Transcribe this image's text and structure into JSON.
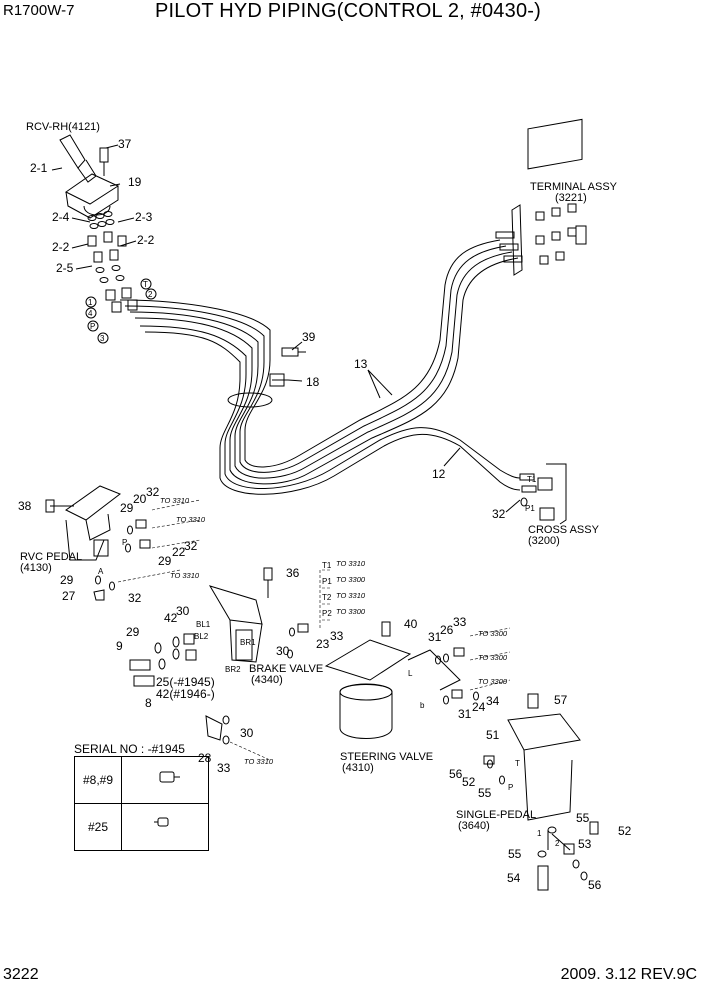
{
  "header": {
    "model": "R1700W-7",
    "title": "PILOT HYD PIPING(CONTROL 2, #0430-)"
  },
  "footer": {
    "page": "3222",
    "date_rev": "2009. 3.12  REV.9C"
  },
  "components": {
    "rcv_rh": "RCV-RH(4121)",
    "terminal_assy": "TERMINAL ASSY",
    "terminal_code": "(3221)",
    "cross_assy": "CROSS ASSY",
    "cross_code": "(3200)",
    "rvc_pedal": "RVC PEDAL",
    "rvc_code": "(4130)",
    "brake_valve": "BRAKE VALVE",
    "brake_code": "(4340)",
    "steering_valve": "STEERING VALVE",
    "steering_code": "(4310)",
    "single_pedal": "SINGLE-PEDAL",
    "single_code": "(3640)"
  },
  "callouts": {
    "c37": "37",
    "c2_1": "2-1",
    "c19": "19",
    "c2_4": "2-4",
    "c2_3": "2-3",
    "c2_2a": "2-2",
    "c2_2b": "2-2",
    "c2_5": "2-5",
    "c39": "39",
    "c18": "18",
    "c13": "13",
    "c12": "12",
    "c32a": "32",
    "c38": "38",
    "c29a": "29",
    "c20": "20",
    "c32b": "32",
    "c22": "22",
    "c29b": "29",
    "c32c": "32",
    "c29c": "29",
    "c27": "27",
    "c32d": "32",
    "c36": "36",
    "c42a": "42",
    "c30a": "30",
    "c29d": "29",
    "c9": "9",
    "c25": "25(-#1945)",
    "c42b": "42(#1946-)",
    "c8": "8",
    "c30b": "30",
    "c23": "23",
    "c33a": "33",
    "c30c": "30",
    "c28": "28",
    "c33b": "33",
    "c40": "40",
    "c31a": "31",
    "c26": "26",
    "c33c": "33",
    "c34": "34",
    "c31b": "31",
    "c24": "24",
    "c57": "57",
    "c51": "51",
    "c56a": "56",
    "c52a": "52",
    "c55a": "55",
    "c55b": "55",
    "c52b": "52",
    "c53": "53",
    "c55c": "55",
    "c54": "54",
    "c56b": "56"
  },
  "ports_circled": {
    "t": "T",
    "two": "2",
    "one": "1",
    "four": "4",
    "p": "P",
    "three": "3"
  },
  "port_marks": {
    "a": "A",
    "p": "P",
    "t1": "T1",
    "p1": "P1",
    "bl1": "BL1",
    "bl2": "BL2",
    "br1": "BR1",
    "br2": "BR2",
    "t1b": "T1",
    "p1b": "P1",
    "t2": "T2",
    "p2": "P2",
    "l": "L",
    "b": "b",
    "t": "T",
    "tp": "P",
    "one": "1",
    "two": "2"
  },
  "to_notes": {
    "to3310a": "TO 3310",
    "to3310b": "TO 3310",
    "to3310c": "TO 3310",
    "t1_3310": "TO 3310",
    "p1_3300": "TO 3300",
    "t2_3310": "TO 3310",
    "p2_3300": "TO 3300",
    "to3300a": "TO 3300",
    "to3300b": "TO 3300",
    "to3300c": "TO 3300",
    "to3310d": "TO 3310"
  },
  "serial_table": {
    "heading": "SERIAL NO : -#1945",
    "rows": [
      {
        "label": "#8,#9"
      },
      {
        "label": "#25"
      }
    ]
  }
}
